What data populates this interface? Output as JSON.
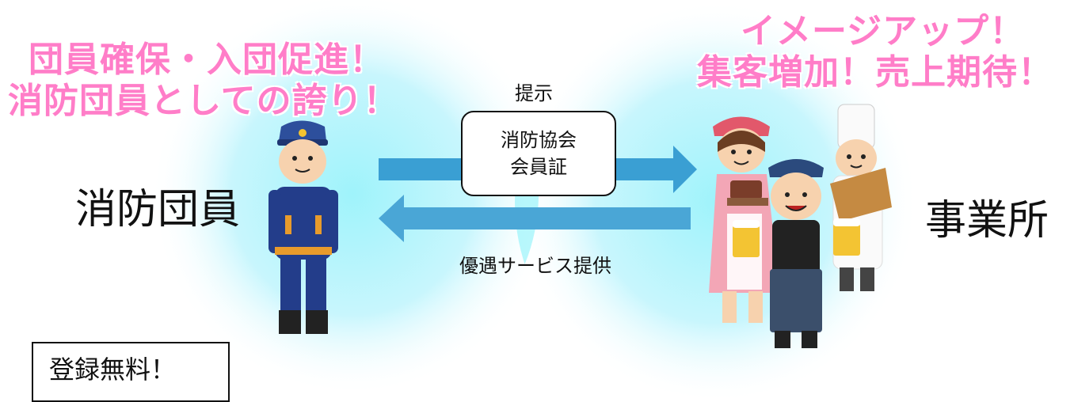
{
  "top_left_slogan": [
    "団員確保・入団促進！",
    "消防団員としての誇り！"
  ],
  "top_right_slogan": [
    "イメージアップ！",
    "集客増加！売上期待！"
  ],
  "left_party": "消防団員",
  "right_party": "事業所",
  "arrow_top_label": "提示",
  "card_lines": [
    "消防協会",
    "会員証"
  ],
  "arrow_bottom_label": "優遇サービス提供",
  "registration_badge": "登録無料！",
  "colors": {
    "circle_glow": "#c6f4ff",
    "overlap": "#84f2fb",
    "arrow": "#3a9fd3",
    "slogan_pink": "#ff7dc8",
    "uniform_navy": "#233d8a"
  }
}
